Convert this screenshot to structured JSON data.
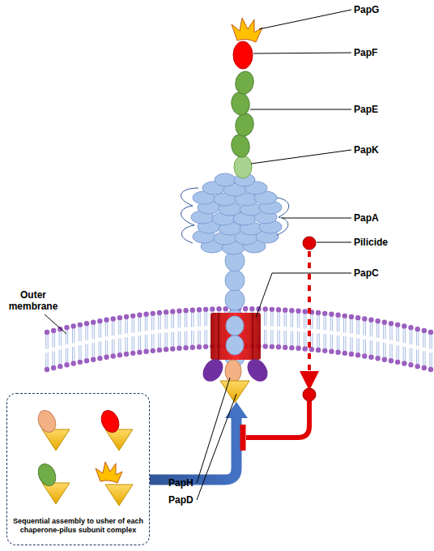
{
  "diagram": {
    "nodes": [
      {
        "text": [
          "Sequential assembly to usher of each chaperone-pilus subunit complex"
        ]
      }
    ],
    "labels": [
      "PapG",
      "PapF",
      "PapE",
      "PapK",
      "PapA",
      "Pilicide",
      "PapC",
      "Outer membrane",
      "PapH",
      "PapD"
    ]
  }
}
